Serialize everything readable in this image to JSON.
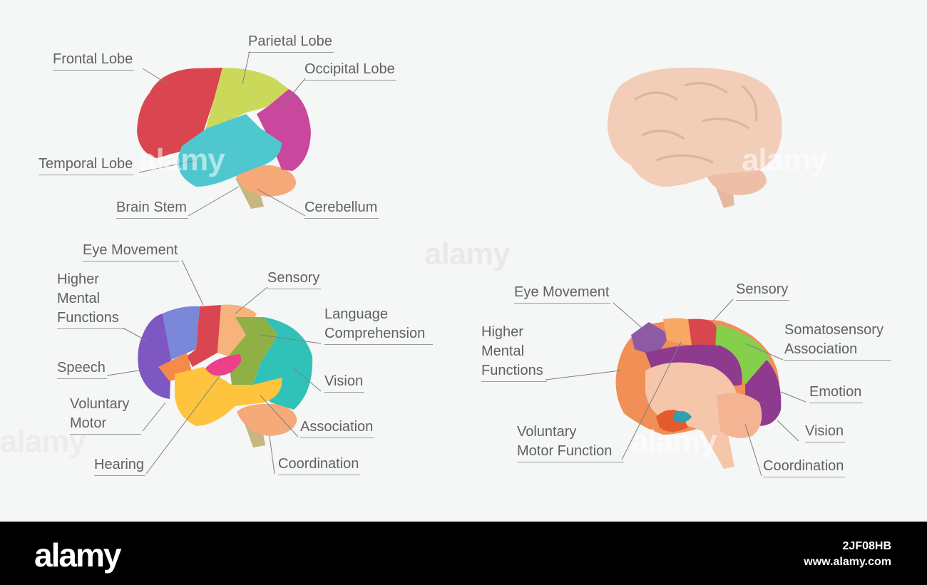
{
  "lateral_lobes": {
    "frontal": "Frontal Lobe",
    "parietal": "Parietal Lobe",
    "occipital": "Occipital Lobe",
    "temporal": "Temporal Lobe",
    "brain_stem": "Brain Stem",
    "cerebellum": "Cerebellum"
  },
  "functions_lateral": {
    "eye_movement": "Eye Movement",
    "higher_mental": [
      "Higher",
      "Mental",
      "Functions"
    ],
    "sensory": "Sensory",
    "language": [
      "Language",
      "Comprehension"
    ],
    "speech": "Speech",
    "vision": "Vision",
    "voluntary_motor": [
      "Voluntary",
      "Motor"
    ],
    "association": "Association",
    "hearing": "Hearing",
    "coordination": "Coordination"
  },
  "functions_medial": {
    "eye_movement": "Eye Movement",
    "sensory": "Sensory",
    "higher_mental": [
      "Higher",
      "Mental",
      "Functions"
    ],
    "somatosensory": [
      "Somatosensory",
      "Association"
    ],
    "emotion": "Emotion",
    "voluntary_motor": [
      "Voluntary",
      "Motor Function"
    ],
    "vision": "Vision",
    "coordination": "Coordination"
  },
  "watermark": "alamy",
  "footer": {
    "logo": "alamy",
    "image_id": "2JF08HB",
    "url": "www.alamy.com"
  },
  "colors": {
    "frontal": "#d9464f",
    "parietal": "#cbd95a",
    "occipital": "#c9489e",
    "temporal": "#4fc7cf",
    "cerebellum": "#f6a979",
    "stem": "#c6b67f",
    "plain_brain": "#f2cdb8"
  }
}
